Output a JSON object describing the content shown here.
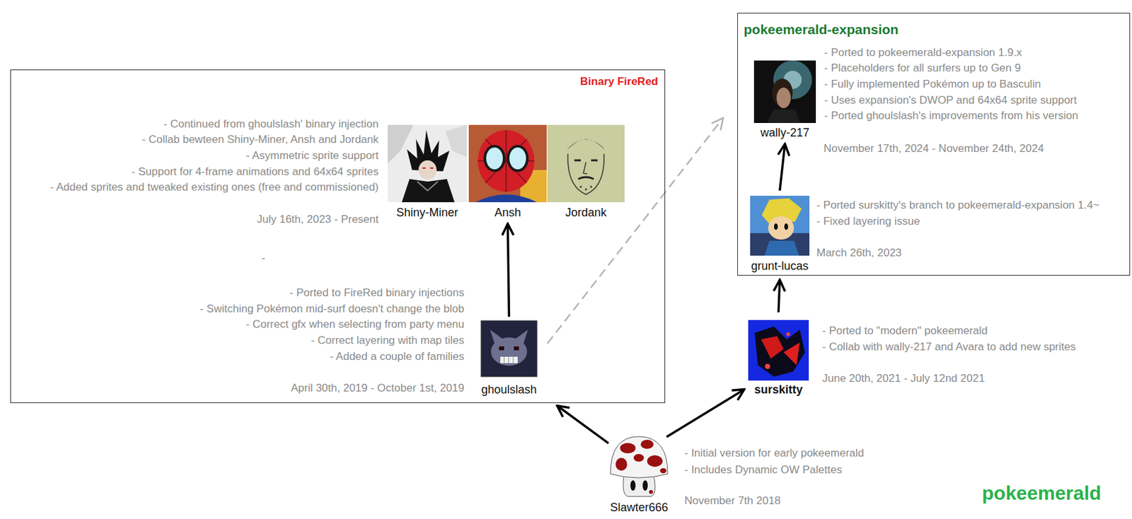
{
  "diagram": {
    "nodes": [
      {
        "text": [
          "Binary FireRed"
        ]
      },
      {
        "text": [
          "Shiny-Miner"
        ],
        "in": 0
      },
      {
        "text": [
          "Ansh"
        ],
        "in": 0
      },
      {
        "text": [
          "Jordank"
        ],
        "in": 0
      },
      {
        "text": [
          "ghoulslash"
        ],
        "in": 0
      },
      {
        "text": [
          "pokeemerald-expansion"
        ]
      },
      {
        "text": [
          "wally-217"
        ],
        "in": 5
      },
      {
        "text": [
          "grunt-lucas"
        ],
        "in": 5
      },
      {
        "text": [
          "surskitty"
        ]
      },
      {
        "text": [
          "Slawter666"
        ]
      }
    ],
    "edges": [
      {
        "from": 9,
        "to": 0,
        "arrow": "to"
      },
      {
        "from": 9,
        "to": 8,
        "arrow": "to"
      },
      {
        "from": 4,
        "to": 2,
        "arrow": "to"
      },
      {
        "from": 4,
        "to": 5,
        "arrow": "to"
      },
      {
        "from": 8,
        "to": 7,
        "arrow": "to"
      },
      {
        "from": 7,
        "to": 6,
        "arrow": "to"
      }
    ],
    "labels": [
      "- Continued from ghoulslash' binary injection",
      "- Collab bewteen Shiny-Miner, Ansh and Jordank",
      "- Asymmetric sprite support",
      "- Support for 4-frame animations and 64x64 sprites",
      "- Added sprites and tweaked existing ones (free and commissioned)",
      "July 16th, 2023 - Present",
      "-",
      "- Ported to FireRed binary injections",
      "- Switching Pokémon mid-surf doesn't change the blob",
      "- Correct gfx when selecting from party menu",
      "- Correct layering with map tiles",
      "- Added a couple of families",
      "April 30th, 2019 - October 1st, 2019",
      "- Ported to pokeemerald-expansion 1.9.x",
      "- Placeholders for all surfers up to Gen 9",
      "- Fully implemented Pokémon up to Basculin",
      "- Uses expansion's DWOP and 64x64 sprite support",
      "- Ported ghoulslash's improvements from his version",
      "November 17th, 2024 - November 24th, 2024",
      "- Ported surskitty's branch to pokeemerald-expansion 1.4~",
      "- Fixed layering issue",
      "March 26th, 2023",
      "- Ported to \"modern\" pokeemerald",
      "- Collab with wally-217 and Avara to add new sprites",
      "June 20th, 2021 - July 12nd 2021",
      "- Initial version for early pokeemerald",
      "- Includes Dynamic OW Palettes",
      "November 7th 2018",
      "pokeemerald"
    ]
  }
}
